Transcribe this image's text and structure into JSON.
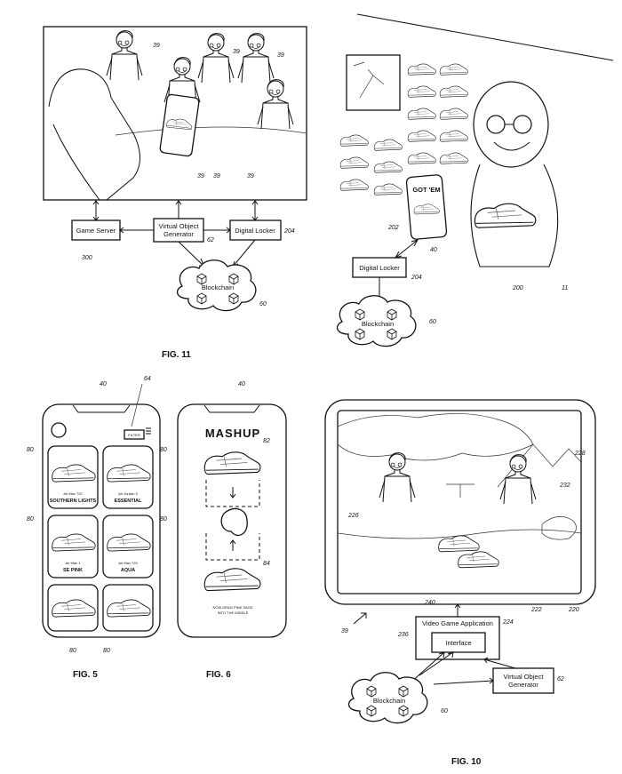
{
  "figures": {
    "fig11": {
      "label": "FIG. 11",
      "boxes": {
        "game_server": "Game Server",
        "vog_line1": "Virtual Object",
        "vog_line2": "Generator",
        "digital_locker": "Digital Locker",
        "blockchain": "Blockchain"
      },
      "refs": {
        "r39": "39",
        "r62": "62",
        "r204": "204",
        "r300": "300",
        "r60": "60"
      }
    },
    "fig_top_right": {
      "boxes": {
        "digital_locker": "Digital Locker",
        "blockchain": "Blockchain"
      },
      "phone_text": "GOT 'EM",
      "refs": {
        "r202": "202",
        "r40": "40",
        "r204": "204",
        "r200": "200",
        "r11": "11",
        "r60": "60"
      }
    },
    "fig5": {
      "label": "FIG. 5",
      "filter": "FILTER",
      "refs": {
        "r40": "40",
        "r64": "64",
        "r80": "80"
      },
      "shoes": [
        {
          "sub": "Air Max 720",
          "name": "SOUTHERN LIGHTS"
        },
        {
          "sub": "Air Jordan 3",
          "name": "ESSENTIAL"
        },
        {
          "sub": "Air Max 1",
          "name": "SE PINK"
        },
        {
          "sub": "Air Max 720",
          "name": "AQUA"
        }
      ]
    },
    "fig6": {
      "label": "FIG. 6",
      "title": "MASHUP",
      "caption_line1": "NOW DRAG PINK SAGE",
      "caption_line2": "INTO THE MIDDLE",
      "refs": {
        "r40": "40",
        "r82": "82",
        "r84": "84"
      }
    },
    "fig10": {
      "label": "FIG. 10",
      "boxes": {
        "vga": "Video Game Application",
        "interface": "Interface",
        "vog_line1": "Virtual Object",
        "vog_line2": "Generator",
        "blockchain": "Blockchain"
      },
      "refs": {
        "r228": "228",
        "r232": "232",
        "r226": "226",
        "r240": "240",
        "r222": "222",
        "r220": "220",
        "r39": "39",
        "r224": "224",
        "r236": "236",
        "r62": "62",
        "r60": "60"
      }
    }
  }
}
